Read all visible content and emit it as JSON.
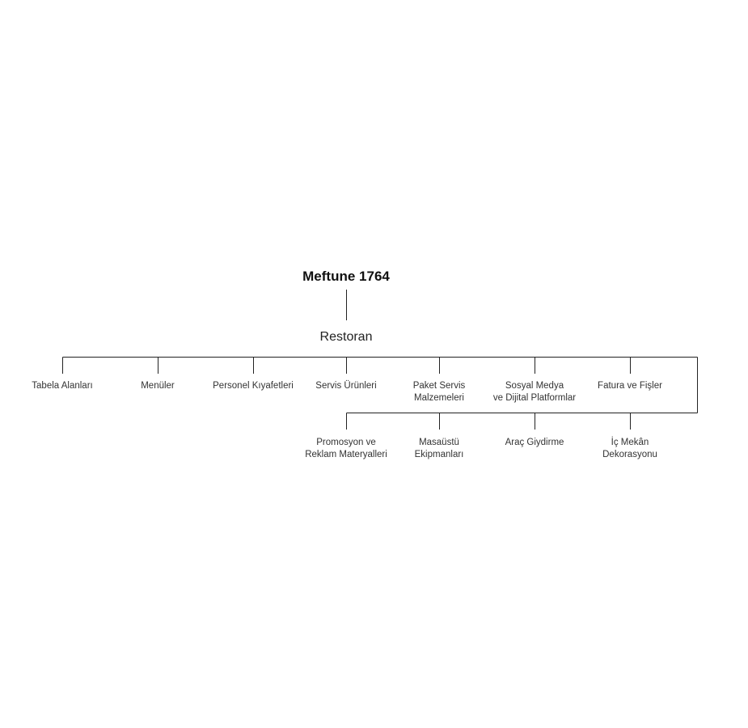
{
  "root": "Meftune 1764",
  "branch": "Restoran",
  "row1": [
    "Tabela Alanları",
    "Menüler",
    "Personel Kıyafetleri",
    "Servis Ürünleri",
    "Paket Servis\nMalzemeleri",
    "Sosyal Medya\nve Dijital Platformlar",
    "Fatura ve Fişler"
  ],
  "row2": [
    "Promosyon ve\nReklam Materyalleri",
    "Masaüstü\nEkipmanları",
    "Araç Giydirme",
    "İç Mekân\nDekorasyonu"
  ]
}
